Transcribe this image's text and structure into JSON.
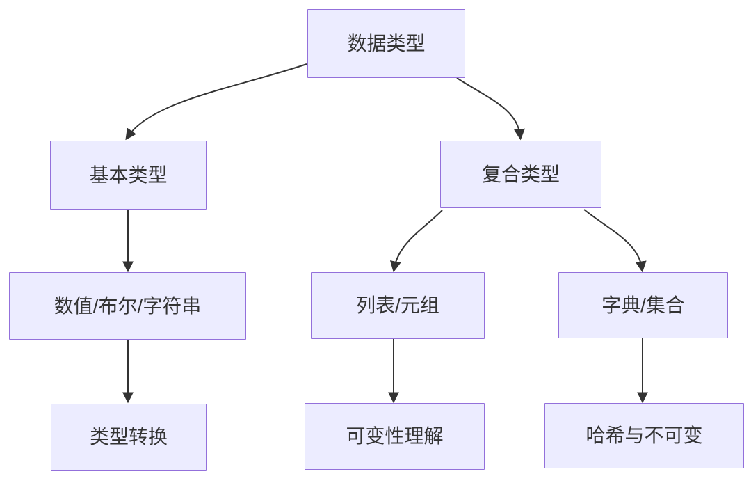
{
  "colors": {
    "background": "#ffffff",
    "node-fill": "#ececff",
    "node-border": "#9370db",
    "edge-color": "#333333",
    "text-color": "#333333"
  },
  "diagram": {
    "type": "flowchart-top-down",
    "nodes": [
      {
        "id": "data-type",
        "label": "数据类型"
      },
      {
        "id": "basic-type",
        "label": "基本类型"
      },
      {
        "id": "composite-type",
        "label": "复合类型"
      },
      {
        "id": "numeric-boolean-string",
        "label": "数值/布尔/字符串"
      },
      {
        "id": "list-tuple",
        "label": "列表/元组"
      },
      {
        "id": "dict-set",
        "label": "字典/集合"
      },
      {
        "id": "type-conversion",
        "label": "类型转换"
      },
      {
        "id": "mutability-understanding",
        "label": "可变性理解"
      },
      {
        "id": "hash-and-immutable",
        "label": "哈希与不可变"
      }
    ],
    "edges": [
      {
        "from": "data-type",
        "to": "basic-type"
      },
      {
        "from": "data-type",
        "to": "composite-type"
      },
      {
        "from": "basic-type",
        "to": "numeric-boolean-string"
      },
      {
        "from": "numeric-boolean-string",
        "to": "type-conversion"
      },
      {
        "from": "composite-type",
        "to": "list-tuple"
      },
      {
        "from": "composite-type",
        "to": "dict-set"
      },
      {
        "from": "list-tuple",
        "to": "mutability-understanding"
      },
      {
        "from": "dict-set",
        "to": "hash-and-immutable"
      }
    ]
  }
}
